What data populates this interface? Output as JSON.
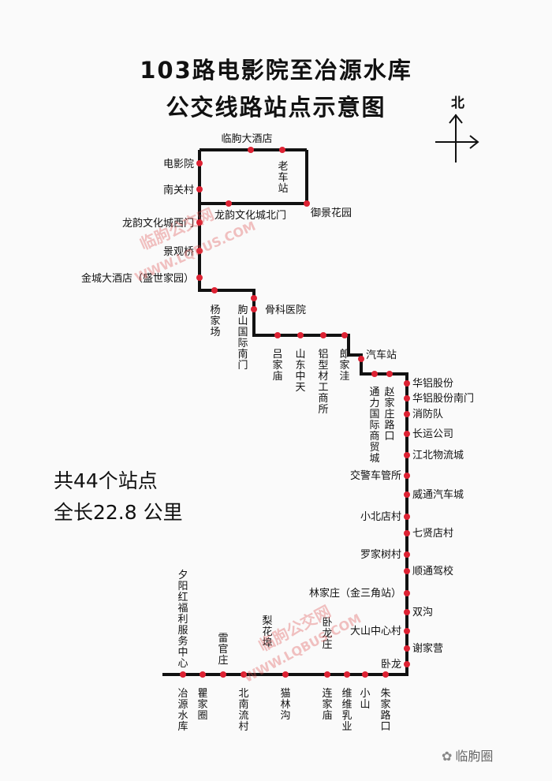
{
  "title": {
    "line1": "103路电影院至冶源水库",
    "line2": "公交线路站点示意图"
  },
  "compass": {
    "label": "北",
    "icon": "north-arrow-icon"
  },
  "summary": {
    "stops": "共44个站点",
    "length": "全长22.8 公里"
  },
  "watermarks": {
    "text_cn": "临朐公交网",
    "text_url": "WWW.LQBUS.COM"
  },
  "credit": {
    "icon": "wechat-icon",
    "text": "临朐圈"
  },
  "colors": {
    "route_line": "#111111",
    "stop_dot": "#dd2233",
    "watermark": "#dc5050"
  },
  "stops": [
    {
      "id": "laochezhan",
      "name": "老车站",
      "vertical": true
    },
    {
      "id": "linqu-hotel",
      "name": "临朐大酒店",
      "vertical": false
    },
    {
      "id": "dianyingyuan",
      "name": "电影院",
      "vertical": false
    },
    {
      "id": "nanguancun",
      "name": "南关村",
      "vertical": false
    },
    {
      "id": "longyun-west",
      "name": "龙韵文化城西门",
      "vertical": false
    },
    {
      "id": "yujing-garden",
      "name": "御景花园",
      "vertical": false
    },
    {
      "id": "longyun-north",
      "name": "龙韵文化城北门",
      "vertical": false
    },
    {
      "id": "jingguanqiao",
      "name": "景观桥",
      "vertical": false
    },
    {
      "id": "jincheng-hotel",
      "name": "金城大酒店（盛世家园）",
      "vertical": false
    },
    {
      "id": "yangjiachang",
      "name": "杨家场",
      "vertical": true
    },
    {
      "id": "linqu-intl-south",
      "name": "朐山国际南门",
      "vertical": true
    },
    {
      "id": "guke-hospital",
      "name": "骨科医院",
      "vertical": false
    },
    {
      "id": "lvjiamiao",
      "name": "吕家庙",
      "vertical": true
    },
    {
      "id": "shandong-zhongtian",
      "name": "山东中天",
      "vertical": true
    },
    {
      "id": "lvxingcai",
      "name": "铝型材工商所",
      "vertical": true
    },
    {
      "id": "langjiawa",
      "name": "郎家洼",
      "vertical": true
    },
    {
      "id": "qichezhan",
      "name": "汽车站",
      "vertical": false
    },
    {
      "id": "zhaojiazhuang",
      "name": "赵家庄路口",
      "vertical": true
    },
    {
      "id": "tongli-trade",
      "name": "通力国际商贸城",
      "vertical": true
    },
    {
      "id": "hualv",
      "name": "华铝股份",
      "vertical": false
    },
    {
      "id": "hualv-south",
      "name": "华铝股份南门",
      "vertical": false
    },
    {
      "id": "xiaofangdui",
      "name": "消防队",
      "vertical": false
    },
    {
      "id": "changyun",
      "name": "长运公司",
      "vertical": false
    },
    {
      "id": "jiangbei-logistics",
      "name": "江北物流城",
      "vertical": false
    },
    {
      "id": "jiaojing-garage",
      "name": "交警车管所",
      "vertical": false
    },
    {
      "id": "weitong-auto",
      "name": "威通汽车城",
      "vertical": false
    },
    {
      "id": "xiaobeidian",
      "name": "小北店村",
      "vertical": false
    },
    {
      "id": "qixiandian",
      "name": "七贤店村",
      "vertical": false
    },
    {
      "id": "luojiashu",
      "name": "罗家树村",
      "vertical": false
    },
    {
      "id": "shuntong-school",
      "name": "顺通驾校",
      "vertical": false
    },
    {
      "id": "linjiazhuang",
      "name": "林家庄（金三角站）",
      "vertical": false
    },
    {
      "id": "shuanggou",
      "name": "双沟",
      "vertical": false
    },
    {
      "id": "dashan-center",
      "name": "大山中心村",
      "vertical": false
    },
    {
      "id": "xiejiaying",
      "name": "谢家营",
      "vertical": false
    },
    {
      "id": "wolong",
      "name": "卧龙",
      "vertical": false
    },
    {
      "id": "zhujia-lukou",
      "name": "朱家路口",
      "vertical": true
    },
    {
      "id": "xiaoshan",
      "name": "小山",
      "vertical": true
    },
    {
      "id": "weiwei-dairy",
      "name": "维维乳业",
      "vertical": true
    },
    {
      "id": "wolong-zhuang",
      "name": "卧龙庄",
      "vertical": true
    },
    {
      "id": "lianjiamiao",
      "name": "连家庙",
      "vertical": true
    },
    {
      "id": "lihuazhuo",
      "name": "梨花埠",
      "vertical": true
    },
    {
      "id": "maolingou",
      "name": "猫林沟",
      "vertical": true
    },
    {
      "id": "beinan-liucun",
      "name": "北南流村",
      "vertical": true
    },
    {
      "id": "leiguanzhuang",
      "name": "雷官庄",
      "vertical": true
    },
    {
      "id": "qujiaquan",
      "name": "瞿家圈",
      "vertical": true
    },
    {
      "id": "xiyang-welfare",
      "name": "夕阳红福利服务中心",
      "vertical": true
    },
    {
      "id": "yeyuan-reservoir",
      "name": "冶源水库",
      "vertical": true
    }
  ]
}
